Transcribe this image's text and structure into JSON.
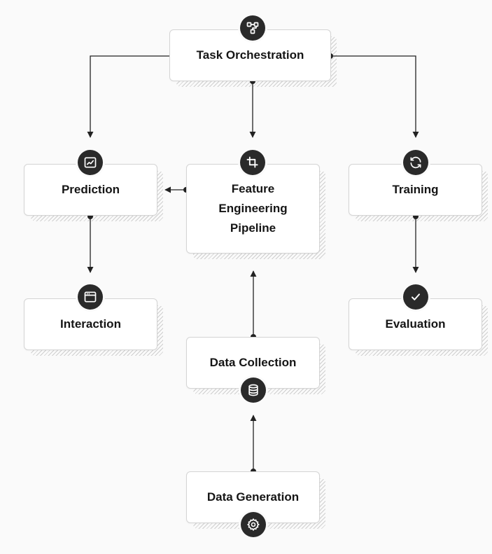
{
  "nodes": {
    "task_orchestration": "Task Orchestration",
    "prediction": "Prediction",
    "feature_engineering": [
      "Feature",
      "Engineering",
      "Pipeline"
    ],
    "training": "Training",
    "interaction": "Interaction",
    "evaluation": "Evaluation",
    "data_collection": "Data Collection",
    "data_generation": "Data Generation"
  },
  "icons": {
    "task_orchestration": "workflow-icon",
    "prediction": "line-chart-icon",
    "feature_engineering": "crop-icon",
    "training": "refresh-icon",
    "interaction": "browser-window-icon",
    "evaluation": "check-icon",
    "data_collection": "database-icon",
    "data_generation": "gear-icon"
  },
  "colors": {
    "background": "#fafafa",
    "node_fill": "#ffffff",
    "node_border": "#d4d4d4",
    "badge": "#2a2a2a",
    "connector": "#222222"
  }
}
